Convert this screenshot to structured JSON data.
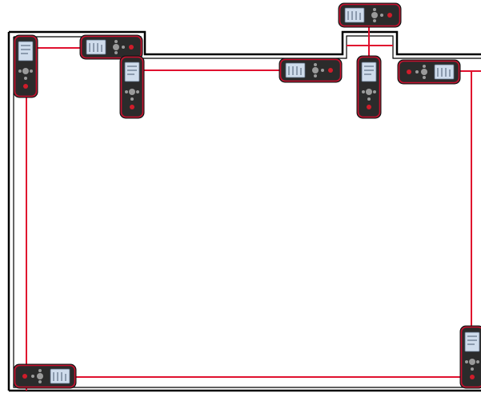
{
  "colors": {
    "wall": "#000000",
    "laser": "#e0102e",
    "device_body": "#2b2b2b",
    "device_rim": "#c8102e",
    "device_screen": "#cfdcec"
  },
  "icons": [
    "laser-distance-meter-icon"
  ],
  "devices": [
    {
      "id": "top-left-corner",
      "orient": "v",
      "readout": ""
    },
    {
      "id": "top-left-wall",
      "orient": "h",
      "readout": ""
    },
    {
      "id": "top-left-drop",
      "orient": "v",
      "readout": ""
    },
    {
      "id": "top-middle-wall",
      "orient": "h",
      "readout": ""
    },
    {
      "id": "niche-top",
      "orient": "h",
      "readout": ""
    },
    {
      "id": "niche-drop",
      "orient": "v",
      "readout": ""
    },
    {
      "id": "top-right-wall",
      "orient": "h-flip",
      "readout": ""
    },
    {
      "id": "bottom-left",
      "orient": "h-flip",
      "readout": ""
    },
    {
      "id": "bottom-right",
      "orient": "v",
      "readout": ""
    }
  ]
}
